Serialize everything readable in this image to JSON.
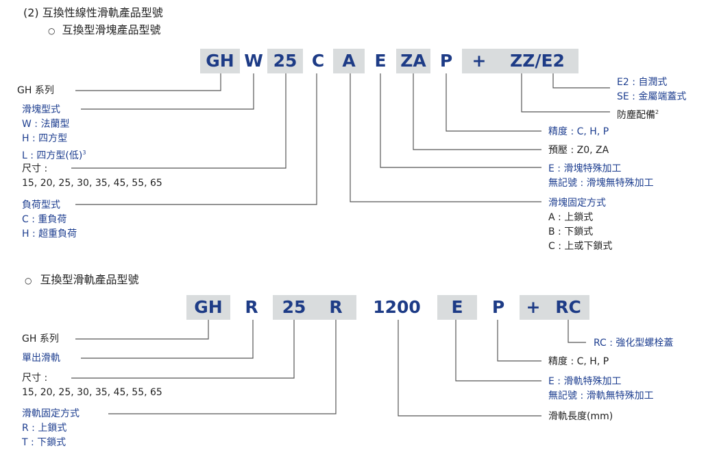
{
  "heading": "(2) 互換性線性滑軌產品型號",
  "block_section": {
    "title": "互換型滑塊產品型號",
    "code": [
      "GH",
      "W",
      "25",
      "C",
      "A",
      "E",
      "ZA",
      "P",
      "+",
      "ZZ/E2"
    ],
    "left": {
      "series": "GH 系列",
      "block_type_title": "滑塊型式",
      "block_type_w": "W : 法蘭型",
      "block_type_h": "H : 四方型",
      "block_type_l": "L : 四方型(低)",
      "block_type_l_sup": "3",
      "size_title": "尺寸 :",
      "size_values": "15, 20, 25, 30, 35, 45, 55, 65",
      "load_title": "負荷型式",
      "load_c": "C : 重負荷",
      "load_h": "H : 超重負荷"
    },
    "right": {
      "e2": "E2 : 自潤式",
      "se": "SE : 金屬端蓋式",
      "dust": "防塵配備",
      "dust_sup": "2",
      "precision": "精度 : C, H, P",
      "preload": "預壓 : Z0, ZA",
      "e_option": "E : 滑塊特殊加工",
      "no_mark": "無記號 : 滑塊無特殊加工",
      "fix_title": "滑塊固定方式",
      "fix_a": "A : 上鎖式",
      "fix_b": "B : 下鎖式",
      "fix_c": "C : 上或下鎖式"
    }
  },
  "rail_section": {
    "title": "互換型滑軌產品型號",
    "code": [
      "GH",
      "R",
      "25",
      "R",
      "1200",
      "E",
      "P",
      "+",
      "RC"
    ],
    "left": {
      "series": "GH 系列",
      "single": "單出滑軌",
      "size_title": "尺寸 :",
      "size_values": "15, 20, 25, 30, 35, 45, 55, 65",
      "fix_title": "滑軌固定方式",
      "fix_r": "R : 上鎖式",
      "fix_t": "T : 下鎖式"
    },
    "right": {
      "rc": "RC : 強化型螺栓蓋",
      "precision": "精度 : C, H, P",
      "e_option": "E : 滑軌特殊加工",
      "no_mark": "無記號 : 滑軌無特殊加工",
      "length": "滑軌長度(mm)"
    }
  },
  "colors": {
    "text_blue": "#1c3d8f",
    "code_blue": "#1d3b86",
    "cell_gray": "#d9dcdd",
    "line": "#555555"
  }
}
